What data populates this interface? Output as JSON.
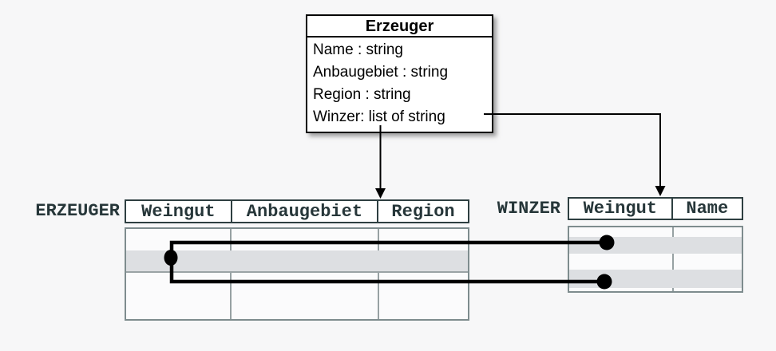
{
  "class_box": {
    "title": "Erzeuger",
    "attributes": [
      "Name : string",
      "Anbaugebiet : string",
      "Region : string",
      "Winzer: list of string"
    ]
  },
  "tables": {
    "erzeuger": {
      "label": "ERZEUGER",
      "columns": [
        "Weingut",
        "Anbaugebiet",
        "Region"
      ],
      "highlighted_rows": 1
    },
    "winzer": {
      "label": "WINZER",
      "columns": [
        "Weingut",
        "Name"
      ],
      "highlighted_rows": 2
    }
  },
  "icons": {
    "arrow_down": "filled triangle arrowhead",
    "link_dot": "filled circle connector endpoint"
  },
  "colors": {
    "background": "#f7f7f8",
    "table_text": "#263639",
    "header_border": "#2e3f41",
    "body_border": "#7e8c8e",
    "row_highlight": "#dddfe2",
    "connector": "#000000"
  }
}
